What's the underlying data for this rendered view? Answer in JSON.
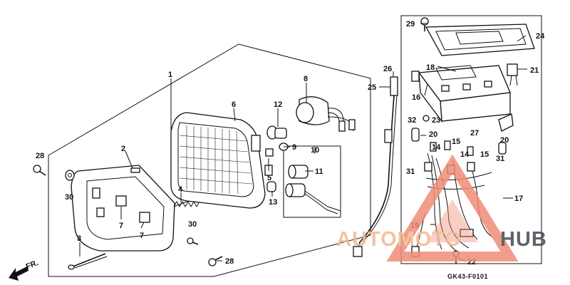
{
  "diagram_code": "GK43-F0101",
  "fr_label": "FR.",
  "watermark": {
    "part_a": "AUTOMOTO",
    "part_b": "HUB",
    "accent": "#f08c78"
  },
  "callouts": [
    "1",
    "2",
    "3",
    "4",
    "5",
    "6",
    "7",
    "7",
    "8",
    "9",
    "10",
    "11",
    "12",
    "13",
    "14",
    "14",
    "15",
    "15",
    "16",
    "17",
    "18",
    "19",
    "20",
    "20",
    "21",
    "22",
    "23",
    "24",
    "25",
    "26",
    "27",
    "28",
    "28",
    "29",
    "30",
    "30",
    "31",
    "31",
    "32"
  ]
}
